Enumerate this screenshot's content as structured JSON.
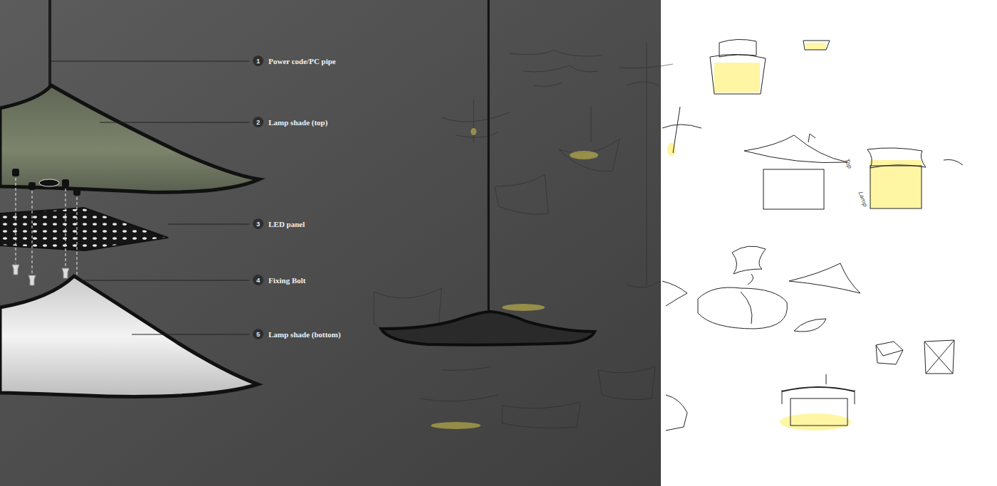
{
  "diagram": {
    "nodes": [
      {
        "text": [
          "1",
          "Power code/PC pipe"
        ]
      },
      {
        "text": [
          "2",
          "Lamp shade (top)"
        ]
      },
      {
        "text": [
          "3",
          "LED panel"
        ]
      },
      {
        "text": [
          "4",
          "Fixing Bolt"
        ]
      },
      {
        "text": [
          "5",
          "Lamp shade (bottom)"
        ]
      }
    ],
    "labels": [
      "Top",
      "Lamp"
    ]
  }
}
